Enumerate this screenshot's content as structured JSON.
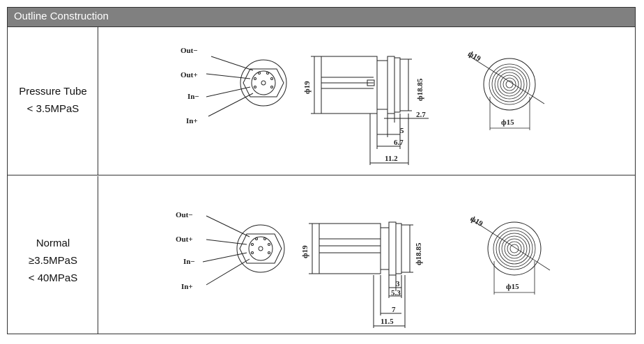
{
  "header": {
    "title": "Outline Construction"
  },
  "rows": [
    {
      "label_line1": "Pressure Tube",
      "label_line2": "< 3.5MPaS",
      "pins": [
        "Out−",
        "Out+",
        "In−",
        "In+"
      ],
      "dims": {
        "d19_side": "ф19",
        "d1885": "ф18.85",
        "d27": "2.7",
        "d5": "5",
        "d67": "6.7",
        "d112": "11.2",
        "d19_face": "ф19",
        "d15": "ф15"
      }
    },
    {
      "label_line1": "Normal",
      "label_line2": "≥3.5MPaS",
      "label_line3": "< 40MPaS",
      "pins": [
        "Out−",
        "Out+",
        "In−",
        "In+"
      ],
      "dims": {
        "d19_side": "ф19",
        "d1885": "ф18.85",
        "d3": "3",
        "d53": "5.3",
        "d7": "7",
        "d115": "11.5",
        "d19_face": "ф19",
        "d15": "ф15"
      }
    }
  ]
}
